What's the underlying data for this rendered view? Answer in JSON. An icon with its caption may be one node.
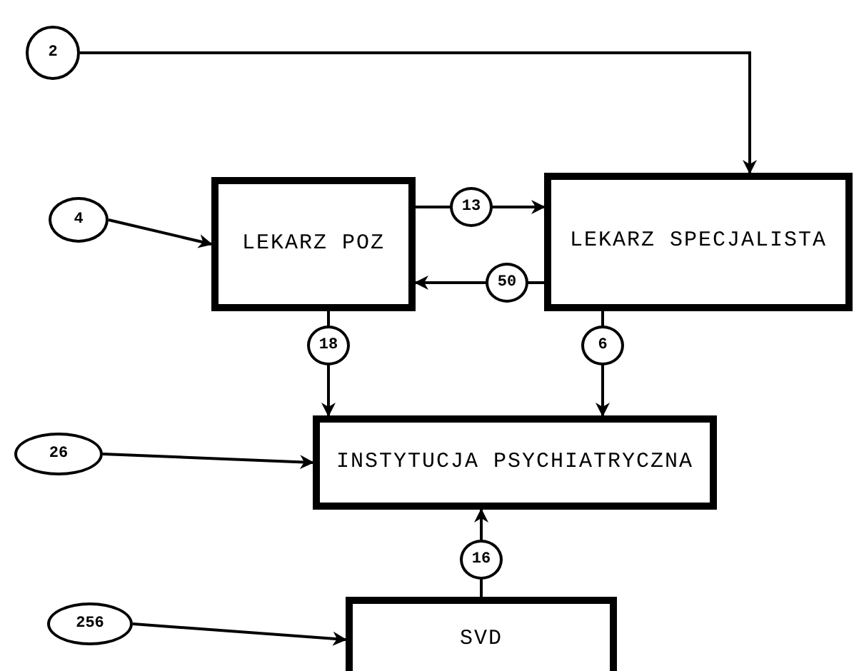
{
  "diagram": {
    "nodes": [
      {
        "text": [
          "2"
        ]
      },
      {
        "text": [
          "4"
        ]
      },
      {
        "text": [
          "LEKARZ POZ"
        ]
      },
      {
        "text": [
          "LEKARZ SPECJALISTA"
        ]
      },
      {
        "text": [
          "26"
        ]
      },
      {
        "text": [
          "INSTYTUCJA PSYCHIATRYCZNA"
        ]
      },
      {
        "text": [
          "256"
        ]
      },
      {
        "text": [
          "SVD"
        ]
      }
    ],
    "edges": [
      {
        "from": 0,
        "to": 3,
        "arrow": "to"
      },
      {
        "from": 1,
        "to": 2,
        "arrow": "to"
      },
      {
        "from": 2,
        "to": 3,
        "arrow": "to",
        "label": "13"
      },
      {
        "from": 3,
        "to": 2,
        "arrow": "to",
        "label": "50"
      },
      {
        "from": 2,
        "to": 5,
        "arrow": "to",
        "label": "18"
      },
      {
        "from": 3,
        "to": 5,
        "arrow": "to",
        "label": "6"
      },
      {
        "from": 4,
        "to": 5,
        "arrow": "to"
      },
      {
        "from": 6,
        "to": 7,
        "arrow": "to"
      },
      {
        "from": 7,
        "to": 5,
        "arrow": "to",
        "label": "16"
      }
    ]
  }
}
